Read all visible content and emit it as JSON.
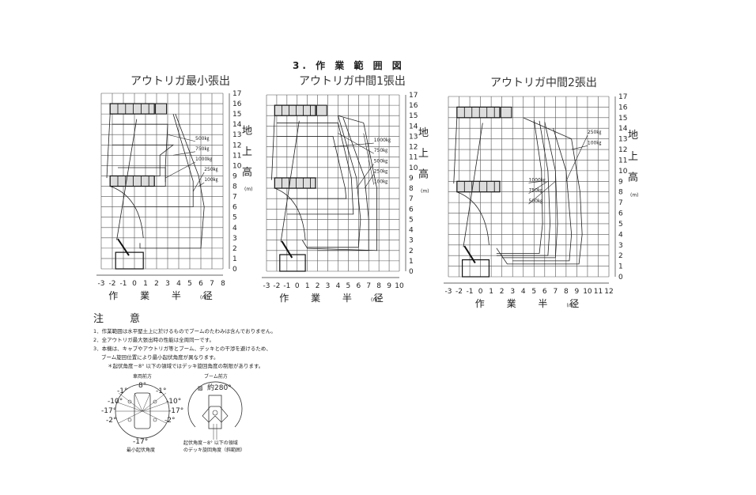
{
  "document": {
    "title": "3. 作 業 範 囲 図"
  },
  "chart_data": [
    {
      "type": "diagram",
      "title": "アウトリガ最小張出",
      "xlabel": "作 業 半 径",
      "xunit": "(m)",
      "ylabel": [
        "地",
        "上",
        "高"
      ],
      "yunit": "(m)",
      "xlim": [
        -3,
        8
      ],
      "ylim": [
        0,
        17
      ],
      "x_ticks": [
        "-3",
        "-2",
        "-1",
        "0",
        "1",
        "2",
        "3",
        "4",
        "5",
        "6",
        "7",
        "8"
      ],
      "y_ticks": [
        "0",
        "1",
        "2",
        "3",
        "4",
        "5",
        "6",
        "7",
        "8",
        "9",
        "10",
        "11",
        "12",
        "13",
        "14",
        "15",
        "16",
        "17"
      ],
      "envelopes": [
        {
          "load": "500㎏",
          "points": [
            [
              -2,
              14
            ],
            [
              3,
              14
            ],
            [
              2.8,
              10
            ],
            [
              2.8,
              8
            ],
            [
              -1,
              8
            ]
          ]
        },
        {
          "load": "750㎏",
          "points": [
            [
              -2,
              12
            ],
            [
              3.5,
              12
            ],
            [
              2.3,
              11
            ],
            [
              2.3,
              9
            ],
            [
              -1,
              9
            ]
          ]
        },
        {
          "load": "1000㎏",
          "points": [
            [
              -1.5,
              9.8
            ],
            [
              2.8,
              9.8
            ],
            [
              2.8,
              8.4
            ]
          ]
        },
        {
          "load": "250㎏",
          "points": [
            [
              3.5,
              15
            ],
            [
              5.3,
              8.5
            ],
            [
              5.3,
              6
            ],
            [
              -1,
              6
            ]
          ]
        },
        {
          "load": "100㎏",
          "points": [
            [
              3.7,
              15
            ],
            [
              5.8,
              9
            ],
            [
              6.3,
              6
            ],
            [
              6,
              2
            ],
            [
              0.5,
              2
            ],
            [
              0.5,
              2.5
            ]
          ]
        }
      ]
    },
    {
      "type": "diagram",
      "title": "アウトリガ中間1張出",
      "xlabel": "作 業 半 径",
      "xunit": "(m)",
      "ylabel": [
        "地",
        "上",
        "高"
      ],
      "yunit": "(m)",
      "xlim": [
        -3,
        10
      ],
      "ylim": [
        0,
        17
      ],
      "x_ticks": [
        "-3",
        "-2",
        "-1",
        "0",
        "1",
        "2",
        "3",
        "4",
        "5",
        "6",
        "7",
        "8",
        "9",
        "10"
      ],
      "y_ticks": [
        "0",
        "1",
        "2",
        "3",
        "4",
        "5",
        "6",
        "7",
        "8",
        "9",
        "10",
        "11",
        "12",
        "13",
        "14",
        "15",
        "16",
        "17"
      ],
      "envelopes": [
        {
          "load": "1000㎏",
          "points": [
            [
              -2,
              13
            ],
            [
              3.5,
              13
            ],
            [
              4.7,
              8
            ],
            [
              4.8,
              7
            ],
            [
              -1,
              7
            ]
          ]
        },
        {
          "load": "750㎏",
          "points": [
            [
              -2,
              14.3
            ],
            [
              4,
              14.3
            ],
            [
              5.3,
              9
            ],
            [
              5.5,
              5.5
            ],
            [
              -1,
              5.5
            ]
          ]
        },
        {
          "load": "500㎏",
          "points": [
            [
              4,
              15
            ],
            [
              5.8,
              9
            ],
            [
              6.2,
              5
            ],
            [
              6,
              2.3
            ],
            [
              1,
              2.3
            ]
          ]
        },
        {
          "load": "250㎏",
          "points": [
            [
              4.5,
              14.8
            ],
            [
              6.6,
              9
            ],
            [
              7,
              5
            ],
            [
              7,
              2
            ],
            [
              2,
              2
            ]
          ]
        },
        {
          "load": "100㎏",
          "points": [
            [
              4,
              15
            ],
            [
              6.5,
              14.3
            ],
            [
              7.8,
              8
            ],
            [
              7.8,
              2
            ],
            [
              1,
              2.2
            ],
            [
              0.5,
              3
            ]
          ]
        }
      ]
    },
    {
      "type": "diagram",
      "title": "アウトリガ中間2張出",
      "xlabel": "作 業 半 径",
      "xunit": "(m)",
      "ylabel": [
        "地",
        "上",
        "高"
      ],
      "yunit": "(m)",
      "xlim": [
        -3,
        12
      ],
      "ylim": [
        0,
        17
      ],
      "x_ticks": [
        "-3",
        "-2",
        "-1",
        "0",
        "1",
        "2",
        "3",
        "4",
        "5",
        "6",
        "7",
        "8",
        "9",
        "10",
        "11",
        "12"
      ],
      "y_ticks": [
        "0",
        "1",
        "2",
        "3",
        "4",
        "5",
        "6",
        "7",
        "8",
        "9",
        "10",
        "11",
        "12",
        "13",
        "14",
        "15",
        "16",
        "17"
      ],
      "envelopes": [
        {
          "load": "1000㎏",
          "points": [
            [
              5,
              14.8
            ],
            [
              5.7,
              10
            ],
            [
              5.8,
              5
            ],
            [
              5.5,
              2.2
            ],
            [
              1.5,
              2.2
            ]
          ]
        },
        {
          "load": "750㎏",
          "points": [
            [
              5.5,
              14.7
            ],
            [
              6.3,
              10
            ],
            [
              6.5,
              5
            ],
            [
              6.3,
              2
            ],
            [
              1.5,
              2
            ]
          ]
        },
        {
          "load": "500㎏",
          "points": [
            [
              6,
              14.6
            ],
            [
              7,
              10
            ],
            [
              7.2,
              5
            ],
            [
              7,
              1.8
            ],
            [
              2,
              1.8
            ]
          ]
        },
        {
          "load": "250㎏",
          "points": [
            [
              6.8,
              14
            ],
            [
              8,
              10
            ],
            [
              8.5,
              4
            ],
            [
              8.3,
              1.5
            ],
            [
              3,
              1.5
            ]
          ]
        },
        {
          "load": "100㎏",
          "points": [
            [
              4,
              15
            ],
            [
              8.5,
              13
            ],
            [
              9.3,
              8
            ],
            [
              9.5,
              4
            ],
            [
              9.2,
              1.2
            ],
            [
              2.5,
              1.2
            ],
            [
              1.5,
              2.7
            ]
          ]
        }
      ]
    }
  ],
  "notes": {
    "heading": "注　意",
    "items": [
      "1．作業範囲は水平堅土上に於けるものでブームのたわみは含んでおりません。",
      "2．全アウトリガ最大張出時の性能は全周同一です。",
      "3．本機は、キャブやアウトリガ等とブーム、デッキとの干渉を避けるため、"
    ],
    "item3_cont": "ブーム旋回位置により最小起伏角度が異なります。",
    "footnote": "＊起伏角度－8° 以下の領域ではデッキ旋回角度の制限があります。"
  },
  "angle_diagram": {
    "title": "車両前方",
    "top": "8°",
    "labels_left": [
      "-1°",
      "-10°",
      "-17°",
      "-2°"
    ],
    "labels_right": [
      "-1°",
      "-10°",
      "-17°",
      "-2°"
    ],
    "bottom": "-17°",
    "caption": "最小起伏角度"
  },
  "slew_diagram": {
    "title": "ブーム前方",
    "range": "約280°",
    "caption_1": "起伏角度－8° 以下の領域",
    "caption_2": "のデッキ旋回角度（斜範囲）"
  }
}
